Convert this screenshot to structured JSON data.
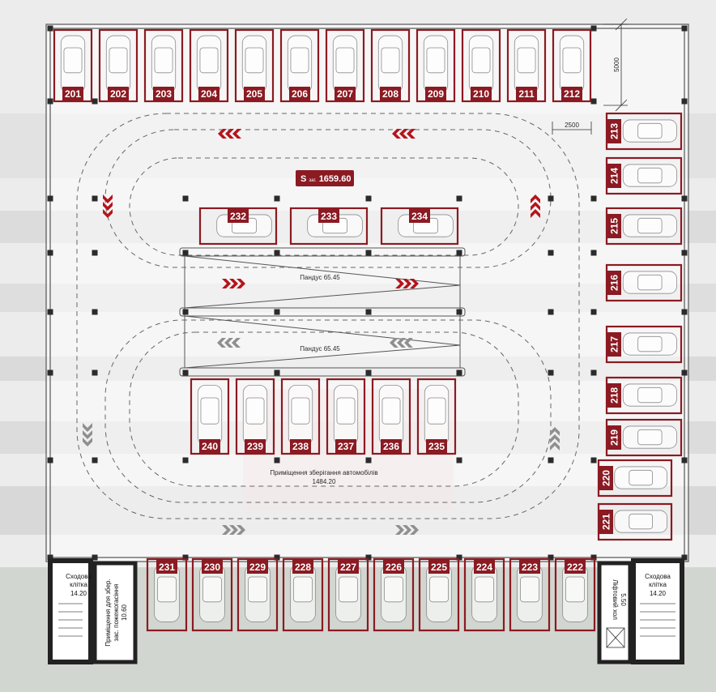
{
  "colors": {
    "accent": "#8b1a22",
    "chevron_red": "#b5141c",
    "chevron_gray": "#8f8f8f",
    "line": "#444444",
    "column": "#2b2b2b"
  },
  "total_area": {
    "prefix": "S",
    "suffix": "заг.",
    "value": "1659.60"
  },
  "ramps": {
    "top": "Пандус 65.45",
    "bottom": "Пандус 65.45"
  },
  "storage_room": {
    "line1": "Приміщення зберігання автомобілів",
    "line2": "1484.20"
  },
  "dimensions": {
    "vertical": "5000",
    "horizontal": "2500"
  },
  "rooms": {
    "stair_left": {
      "name1": "Сходова",
      "name2": "клітка",
      "area": "14.20"
    },
    "fire_room": {
      "name1": "Приміщення для збер.",
      "name2": "зас. пожежогасіння",
      "area": "10.60"
    },
    "lift_hall": {
      "name": "Ліфтовий хол",
      "area": "5.50"
    },
    "stair_right": {
      "name1": "Сходова",
      "name2": "клітка",
      "area": "14.20"
    }
  },
  "spots": {
    "top_row": [
      "201",
      "202",
      "203",
      "204",
      "205",
      "206",
      "207",
      "208",
      "209",
      "210",
      "211",
      "212"
    ],
    "right_col": [
      "213",
      "214",
      "215",
      "216",
      "217",
      "218",
      "219",
      "220",
      "221"
    ],
    "middle_top": [
      "232",
      "233",
      "234"
    ],
    "middle_bottom": [
      "240",
      "239",
      "238",
      "237",
      "236",
      "235"
    ],
    "bottom_row": [
      "231",
      "230",
      "229",
      "228",
      "227",
      "226",
      "225",
      "224",
      "223",
      "222"
    ]
  }
}
